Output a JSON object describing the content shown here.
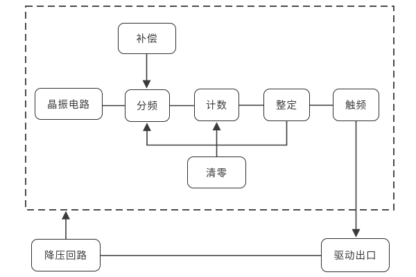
{
  "diagram": {
    "type": "block-flowchart",
    "background_color": "#ffffff",
    "line_color": "#3a3a3a",
    "box_border_color": "#2e2e2e",
    "box_fill_color": "#ffffff",
    "text_color": "#3a3a3a",
    "boundary_style": "dashed rectangle enclosing the upper circuit blocks",
    "nodes": {
      "compensation": {
        "label": "补偿"
      },
      "crystal_oscillator": {
        "label": "晶振电路"
      },
      "frequency_divider": {
        "label": "分频"
      },
      "counter": {
        "label": "计数"
      },
      "setting": {
        "label": "整定"
      },
      "trigger_frequency": {
        "label": "触频"
      },
      "clear": {
        "label": "清零"
      },
      "step_down_circuit": {
        "label": "降压回路"
      },
      "drive_output": {
        "label": "驱动出口"
      }
    },
    "edges": [
      {
        "from": "补偿",
        "to": "分频",
        "arrow": true,
        "style": "vertical down"
      },
      {
        "from": "晶振电路",
        "to": "分频",
        "arrow": false,
        "style": "horizontal"
      },
      {
        "from": "分频",
        "to": "计数",
        "arrow": false,
        "style": "horizontal"
      },
      {
        "from": "计数",
        "to": "整定",
        "arrow": false,
        "style": "horizontal"
      },
      {
        "from": "整定",
        "to": "触频",
        "arrow": false,
        "style": "horizontal"
      },
      {
        "from": "整定",
        "to": "分频",
        "arrow": true,
        "style": "down, left, up into bottom of 分频"
      },
      {
        "from": "清零",
        "to": "计数",
        "arrow": true,
        "style": "vertical up"
      },
      {
        "from": "触频",
        "to": "驱动出口",
        "arrow": true,
        "style": "vertical down crossing dashed boundary"
      },
      {
        "from": "降压回路",
        "to": "dashed-boundary",
        "arrow": true,
        "style": "vertical up to boundary bottom edge"
      },
      {
        "from": "降压回路",
        "to": "驱动出口",
        "arrow": false,
        "style": "horizontal"
      }
    ]
  }
}
